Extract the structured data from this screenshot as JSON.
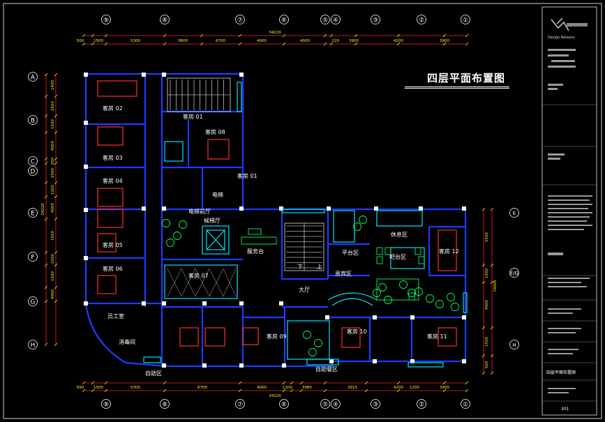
{
  "title": "四层平面布置图",
  "column_labels_top": [
    "⑨",
    "⑧",
    "⑦",
    "⑥",
    "⑤",
    "④",
    "③",
    "②",
    "①"
  ],
  "column_labels_bottom": [
    "⑨",
    "⑧",
    "⑦",
    "⑥",
    "⑤",
    "④",
    "③",
    "②",
    "①"
  ],
  "row_labels_left": [
    "A",
    "B",
    "C",
    "D",
    "E",
    "F",
    "G",
    "H"
  ],
  "row_labels_right": [
    "E",
    "F/G",
    "H"
  ],
  "dim_top_total": "34220",
  "dim_top_segments": [
    "500",
    "1500",
    "5300",
    "3600",
    "6700",
    "4000",
    "4000",
    "220",
    "3900",
    "4200",
    "3900"
  ],
  "dim_bottom_total": "34220",
  "dim_bottom_segments": [
    "500",
    "1500",
    "5300",
    "6700",
    "4000",
    "1200",
    "3985",
    "3915",
    "4200",
    "1200",
    "3900"
  ],
  "dim_left_total": "24220",
  "dim_left_segments": [
    "1400",
    "2500",
    "1200",
    "4000",
    "250",
    "2500",
    "1200",
    "4000",
    "1500",
    "2500",
    "1200",
    "4000"
  ],
  "dim_right_segments": [
    "5500",
    "1500",
    "4900",
    "1500",
    "500"
  ],
  "dim_right_total": "14000",
  "rooms": [
    {
      "name": "客房 02"
    },
    {
      "name": "客房 03"
    },
    {
      "name": "客房 04"
    },
    {
      "name": "客房 05"
    },
    {
      "name": "客房 06"
    },
    {
      "name": "客房 08"
    },
    {
      "name": "客房 09"
    },
    {
      "name": "客房 10"
    },
    {
      "name": "客房 11"
    },
    {
      "name": "客房 12"
    },
    {
      "name": "客房 01"
    },
    {
      "name": "员工室"
    },
    {
      "name": "消毒间"
    },
    {
      "name": "自助区"
    },
    {
      "name": "服务台"
    },
    {
      "name": "休息区"
    },
    {
      "name": "平台区"
    },
    {
      "name": "吧台区"
    },
    {
      "name": "贵宾区"
    },
    {
      "name": "候梯厅"
    },
    {
      "name": "电梯"
    },
    {
      "name": "客房 07"
    },
    {
      "name": "下"
    },
    {
      "name": "上"
    },
    {
      "name": "大厅"
    },
    {
      "name": "自助餐区"
    },
    {
      "name": "电梯前厅"
    },
    {
      "name": "客房 01"
    }
  ],
  "title_block": {
    "brand": "Design.Relaxoo",
    "drawing_name": "四层平面布置图",
    "sheet_no": "301"
  },
  "colors": {
    "wall": "#1a3cff",
    "glass": "#00e5ff",
    "furniture": "#00ff66",
    "bed": "#ff3030",
    "dim": "#ff2020",
    "dim_text": "#ffff00",
    "text": "#ffffff",
    "magenta": "#ff40ff"
  }
}
